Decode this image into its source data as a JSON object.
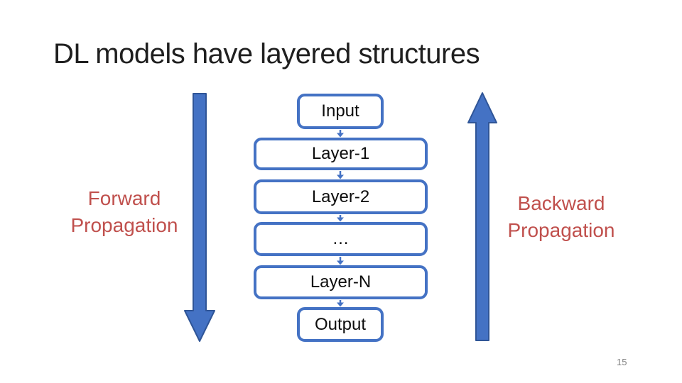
{
  "slide": {
    "title": "DL models have layered structures",
    "page_number": "15"
  },
  "diagram": {
    "nodes": [
      {
        "label": "Input"
      },
      {
        "label": "Layer-1"
      },
      {
        "label": "Layer-2"
      },
      {
        "label": "…"
      },
      {
        "label": "Layer-N"
      },
      {
        "label": "Output"
      }
    ],
    "forward_label": {
      "line1": "Forward",
      "line2": "Propagation"
    },
    "backward_label": {
      "line1": "Backward",
      "line2": "Propagation"
    }
  },
  "colors": {
    "background": "#FFFFFF",
    "title_text": "#1F1F1F",
    "node_text": "#0D0D0D",
    "box_border": "#4472C4",
    "arrow_fill": "#4472C4",
    "arrow_stroke": "#2F5597",
    "label_text": "#C0504D",
    "page_number": "#7F7F7F"
  }
}
